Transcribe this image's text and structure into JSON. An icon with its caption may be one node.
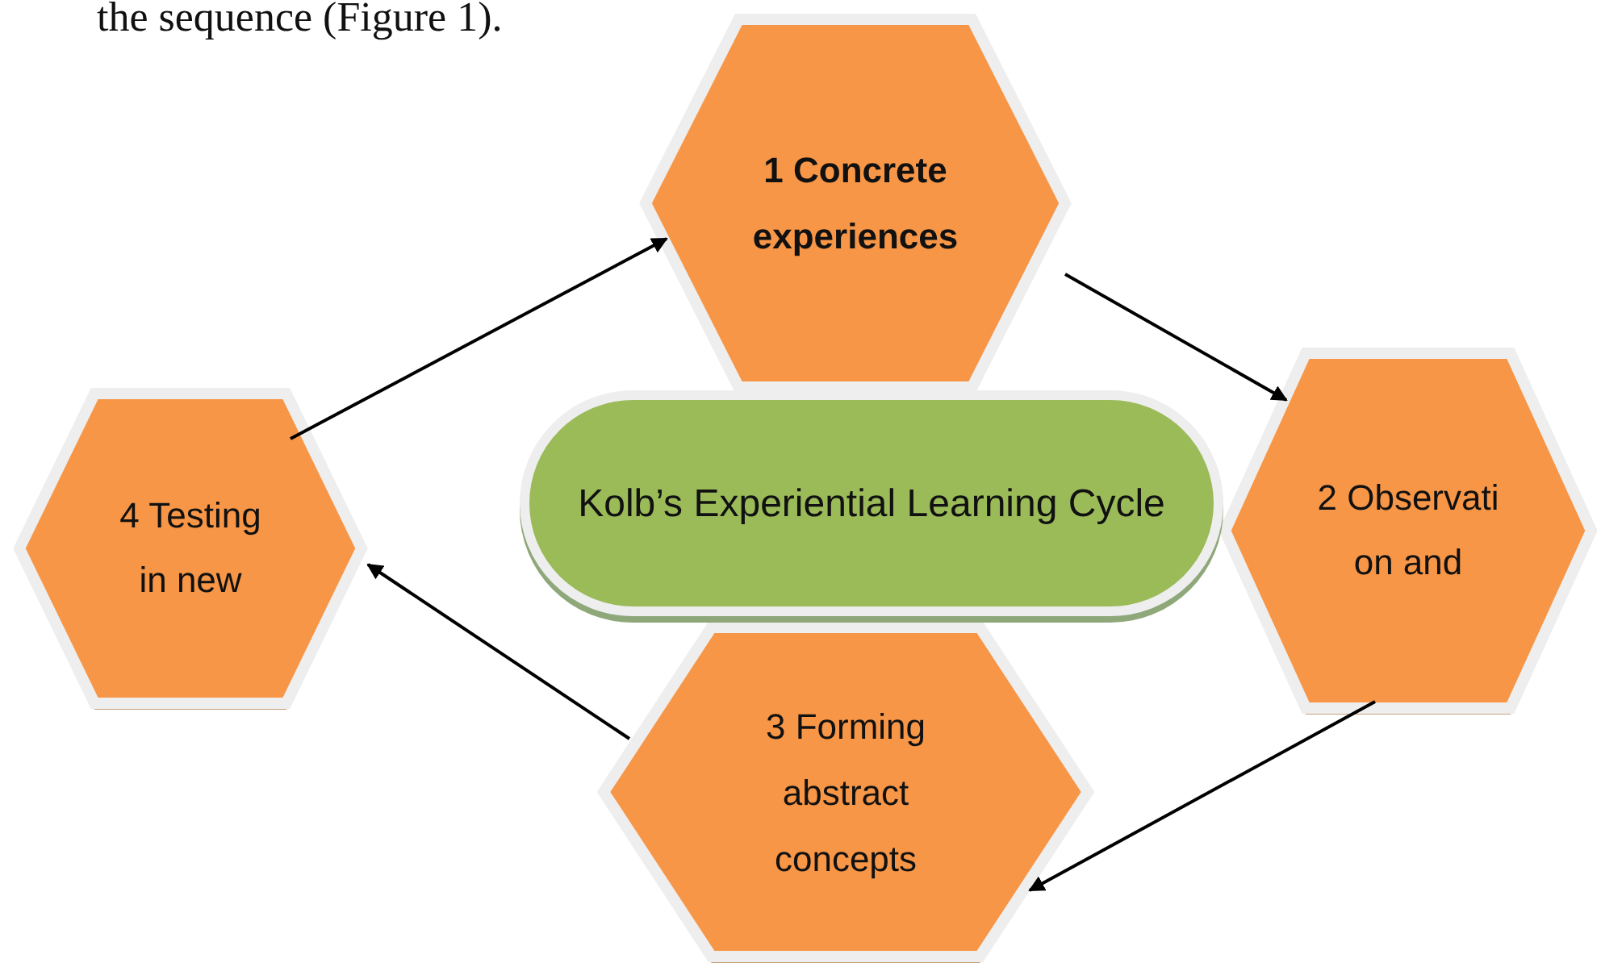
{
  "diagram": {
    "nodes": [
      {
        "text": [
          "1 Concrete experiences"
        ]
      },
      {
        "text": [
          "2 Observati on and"
        ]
      },
      {
        "text": [
          "3 Forming abstract concepts"
        ]
      },
      {
        "text": [
          "4 Testing in new"
        ]
      },
      {
        "text": [
          "Kolb’s Experiential Learning Cycle"
        ]
      }
    ],
    "edges": [
      {
        "from": 3,
        "to": 0,
        "arrow": "to"
      },
      {
        "from": 0,
        "to": 1,
        "arrow": "to"
      },
      {
        "from": 1,
        "to": 2,
        "arrow": "to"
      },
      {
        "from": 2,
        "to": 3,
        "arrow": "to"
      }
    ],
    "labels": [
      "the sequence (Figure 1)."
    ]
  }
}
